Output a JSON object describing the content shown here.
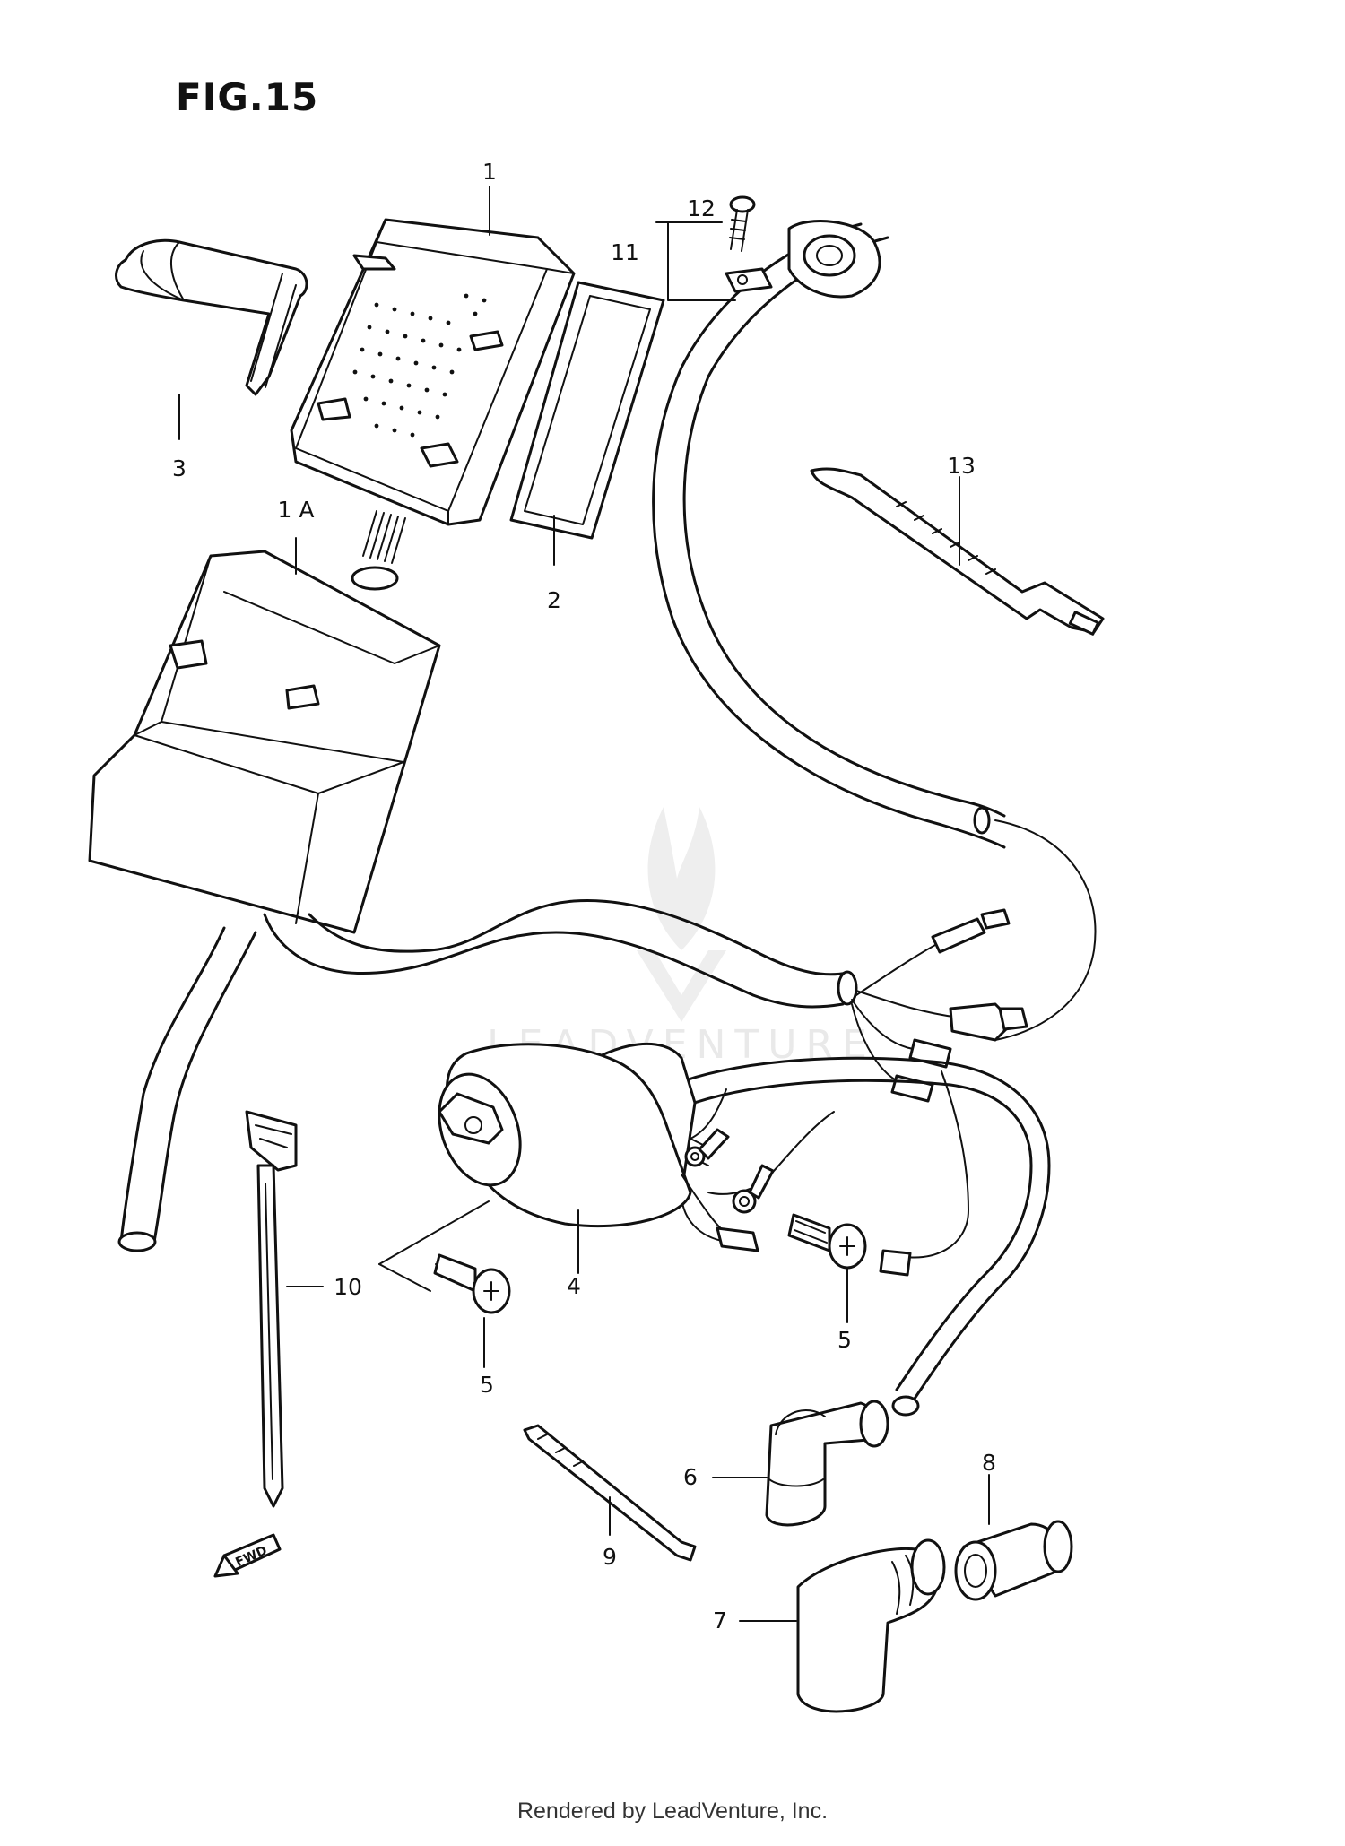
{
  "figure": {
    "title": "FIG.15",
    "watermark": "LEADVENTURE",
    "footer": "Rendered by LeadVenture, Inc.",
    "fwd_label": "FWD"
  },
  "callouts": {
    "c1": "1",
    "c1a": "1 A",
    "c2": "2",
    "c3": "3",
    "c4": "4",
    "c5a": "5",
    "c5b": "5",
    "c6": "6",
    "c7": "7",
    "c8": "8",
    "c9": "9",
    "c10": "10",
    "c11": "11",
    "c12": "12",
    "c13": "13"
  }
}
